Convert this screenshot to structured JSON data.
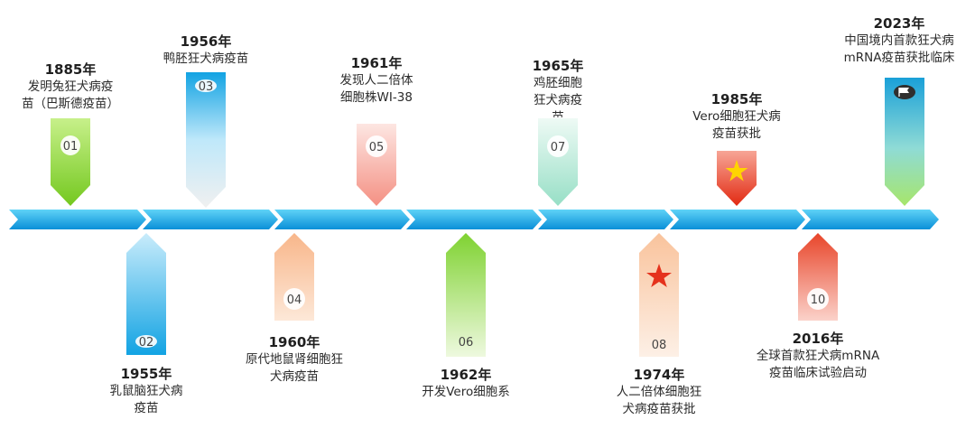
{
  "milestones": [
    {
      "num": "01",
      "year": "1885年",
      "desc": "发明兔狂犬病疫\n苗（巴斯德疫苗）"
    },
    {
      "num": "02",
      "year": "1955年",
      "desc": "乳鼠脑狂犬病\n疫苗"
    },
    {
      "num": "03",
      "year": "1956年",
      "desc": "鸭胚狂犬病疫苗"
    },
    {
      "num": "04",
      "year": "1960年",
      "desc": "原代地鼠肾细胞狂\n犬病疫苗"
    },
    {
      "num": "05",
      "year": "1961年",
      "desc": "发现人二倍体\n细胞株WI-38"
    },
    {
      "num": "06",
      "year": "1962年",
      "desc": "开发Vero细胞系"
    },
    {
      "num": "07",
      "year": "1965年",
      "desc": "鸡胚细胞\n狂犬病疫\n苗"
    },
    {
      "num": "08",
      "year": "1974年",
      "desc": "人二倍体细胞狂\n犬病疫苗获批"
    },
    {
      "num": "",
      "year": "1985年",
      "desc": "Vero细胞狂犬病\n疫苗获批"
    },
    {
      "num": "10",
      "year": "2016年",
      "desc": "全球首款狂犬病mRNA\n疫苗临床试验启动"
    },
    {
      "num": "",
      "year": "2023年",
      "desc": "中国境内首款狂犬病\nmRNA疫苗获批临床"
    }
  ],
  "colors": {
    "axis_light": "#43c7f3",
    "axis_dark": "#0a8fd8",
    "green_top": "#b8ec6e",
    "green_bottom": "#7ccf2c",
    "blue_light": "#c9ecfb",
    "blue_dark": "#18a9e6",
    "gray": "#eeeeee",
    "orange_light": "#fde0c8",
    "orange_dark": "#f6a26a",
    "pink_light": "#fde3df",
    "pink_dark": "#f59a8e",
    "mint_light": "#e8f8f2",
    "mint_dark": "#9fe2cc",
    "red_light": "#f9b0a6",
    "red_dark": "#e53a20",
    "gold": "#ffd400",
    "flag_dark": "#2f2f2f"
  },
  "icons": {
    "m08": "star-icon",
    "m09": "star-icon",
    "m11": "flag-icon"
  }
}
